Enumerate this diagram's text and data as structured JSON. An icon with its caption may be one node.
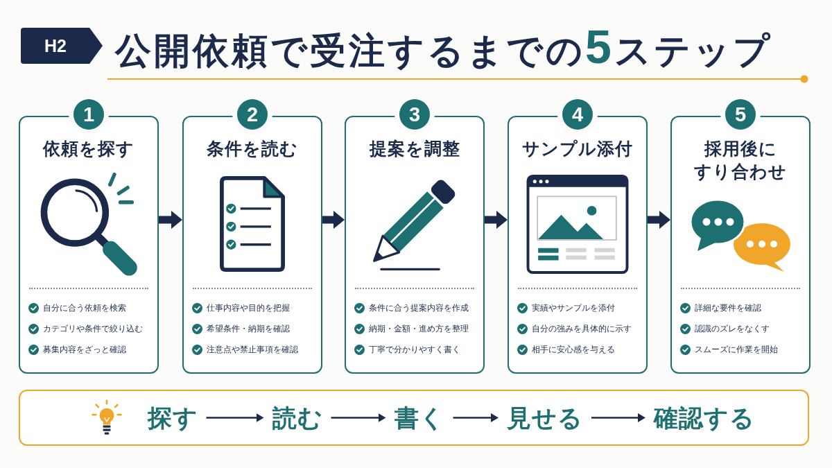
{
  "diagram": {
    "title": "公開依頼で受注するまでの**5**ステップ",
    "nodes": [
      {
        "text": [
          "H2"
        ]
      },
      {
        "text": [
          "1"
        ]
      },
      {
        "text": [
          "依頼を探す",
          "自分に合う依頼を検索",
          "カテゴリや条件で絞り込む",
          "募集内容をざっと確認"
        ]
      },
      {
        "text": [
          "2"
        ]
      },
      {
        "text": [
          "条件を読む",
          "仕事内容や目的を把握",
          "希望条件・納期を確認",
          "注意点や禁止事項を確認"
        ]
      },
      {
        "text": [
          "3"
        ]
      },
      {
        "text": [
          "提案を調整",
          "条件に合う提案内容を作成",
          "納期・金額・進め方を整理",
          "丁寧で分かりやすく書く"
        ]
      },
      {
        "text": [
          "4"
        ]
      },
      {
        "text": [
          "サンプル添付",
          "実績やサンプルを添付",
          "自分の強みを具体的に示す",
          "相手に安心感を与える"
        ]
      },
      {
        "text": [
          "5"
        ]
      },
      {
        "text": [
          "採用後にすり合わせ",
          "詳細な要件を確認",
          "認識のズレをなくす",
          "スムーズに作業を開始"
        ]
      },
      {
        "text": [],
        "shape": "box"
      },
      {
        "text": [
          "探す"
        ],
        "in": 11
      },
      {
        "text": [
          "読む"
        ],
        "in": 11
      },
      {
        "text": [
          "書く"
        ],
        "in": 11
      },
      {
        "text": [
          "見せる"
        ],
        "in": 11
      },
      {
        "text": [
          "確認する"
        ],
        "in": 11
      }
    ],
    "edges": [
      {
        "from": 2,
        "to": 4,
        "arrow": "to",
        "style": "thick"
      },
      {
        "from": 4,
        "to": 6,
        "arrow": "to",
        "style": "thick"
      },
      {
        "from": 6,
        "to": 8,
        "arrow": "to",
        "style": "thick"
      },
      {
        "from": 8,
        "to": 10,
        "arrow": "to",
        "style": "thick"
      },
      {
        "from": 12,
        "to": 13,
        "arrow": "to"
      },
      {
        "from": 13,
        "to": 14,
        "arrow": "to"
      },
      {
        "from": 14,
        "to": 15,
        "arrow": "to"
      },
      {
        "from": 15,
        "to": 16,
        "arrow": "to"
      }
    ]
  }
}
